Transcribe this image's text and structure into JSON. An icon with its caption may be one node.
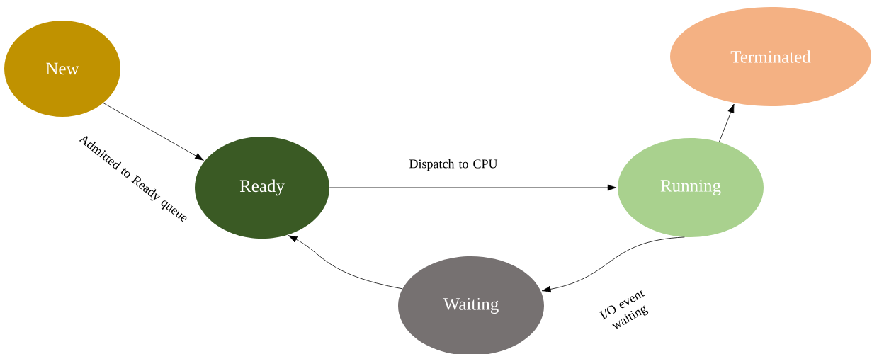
{
  "diagram": {
    "nodes": [
      {
        "text": [
          "New"
        ]
      },
      {
        "text": [
          "Ready"
        ]
      },
      {
        "text": [
          "Running"
        ]
      },
      {
        "text": [
          "Terminated"
        ]
      },
      {
        "text": [
          "Waiting"
        ]
      }
    ],
    "edges": [
      {
        "from": 0,
        "to": 1,
        "arrow": "to",
        "label": "Admitted to Ready queue"
      },
      {
        "from": 1,
        "to": 2,
        "arrow": "to",
        "label": "Dispatch to CPU"
      },
      {
        "from": 2,
        "to": 3,
        "arrow": "to"
      },
      {
        "from": 2,
        "to": 4,
        "arrow": "to",
        "label": "I/O event waiting"
      },
      {
        "from": 4,
        "to": 1,
        "arrow": "to"
      }
    ]
  }
}
